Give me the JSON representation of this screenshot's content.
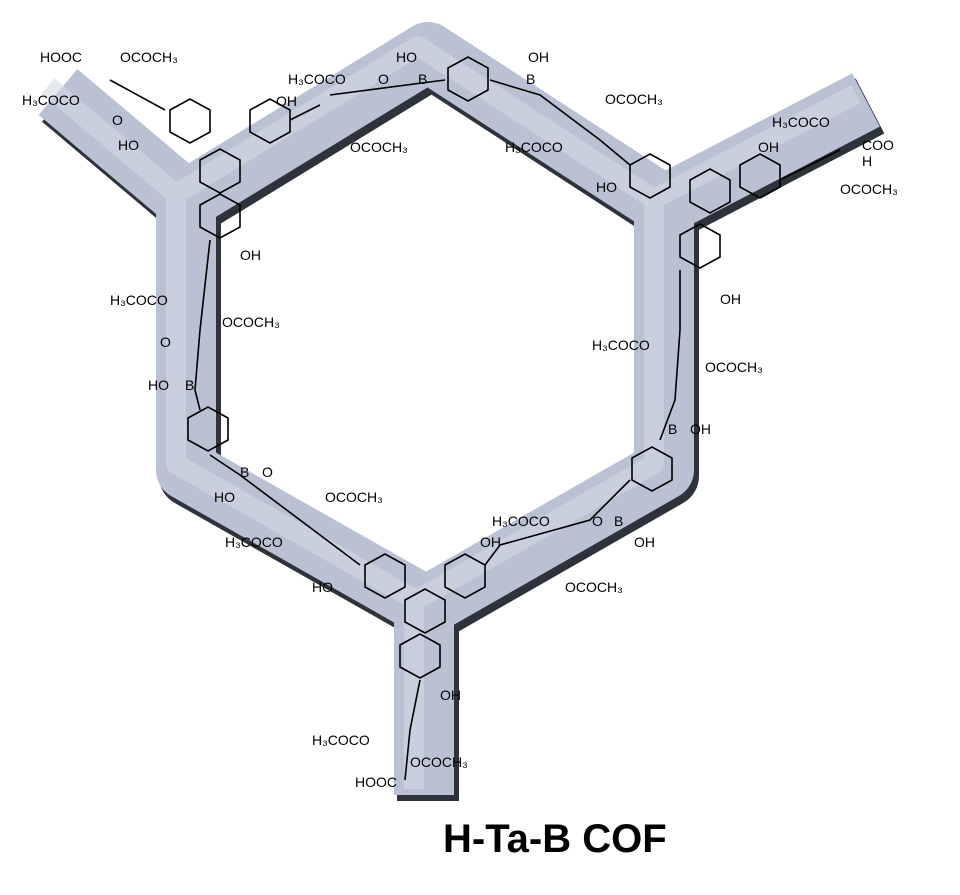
{
  "title": "H-Ta-B COF",
  "colors": {
    "framework_tube": "#b9c1d3",
    "tube_shadow": "#3a3f4a",
    "bonds": "#000000"
  },
  "labels": [
    "HOOC",
    "OCOCH₃",
    "H₃COCO",
    "O",
    "HO",
    "B",
    "OH",
    "B",
    "H₃COCO",
    "O",
    "OCOCH₃",
    "H₃COCO",
    "COO",
    "H",
    "OCOCH₃",
    "OH",
    "OH",
    "HO",
    "HO",
    "OCOCH₃",
    "H₃COCO",
    "OH",
    "H₃COCO",
    "OCOCH₃",
    "O",
    "HO",
    "B",
    "OH",
    "H₃COCO",
    "OCOCH₃",
    "B",
    "OH",
    "B",
    "O",
    "HO",
    "OCOCH₃",
    "H₃COCO",
    "H₃COCO",
    "O",
    "B",
    "OH",
    "OCOCH₃",
    "OH",
    "HO",
    "OH",
    "H₃COCO",
    "OCOCH₃",
    "HOOC"
  ]
}
